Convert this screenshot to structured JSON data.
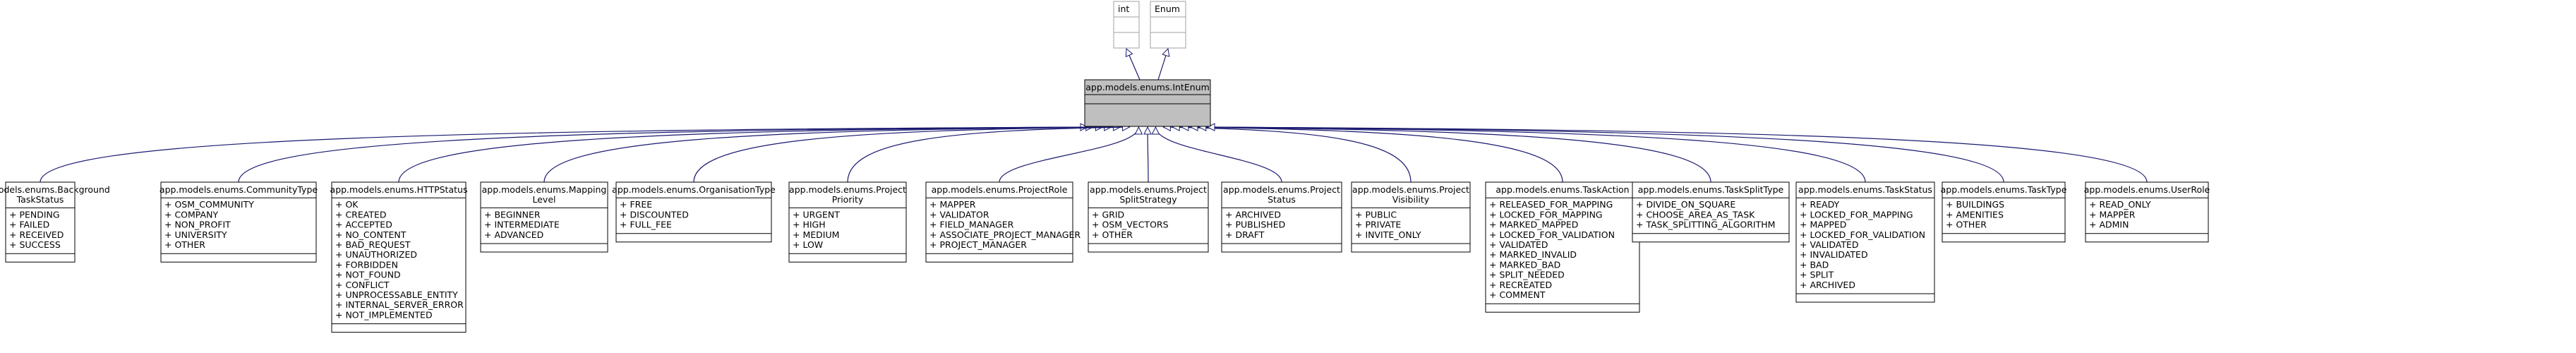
{
  "colors": {
    "edge": "#191970",
    "box_border": "#000000",
    "focus_fill": "#bfbfbf",
    "base_border": "#a0a0a0",
    "background": "#ffffff"
  },
  "bases": [
    {
      "id": "int",
      "label": "int"
    },
    {
      "id": "enum",
      "label": "Enum"
    }
  ],
  "root": {
    "title_lines": [
      "app.models.enums.IntEnum"
    ]
  },
  "classes": [
    {
      "id": "background-task-status",
      "title_lines": [
        "app.models.enums.Background",
        "TaskStatus"
      ],
      "attrs": [
        "+ PENDING",
        "+ FAILED",
        "+ RECEIVED",
        "+ SUCCESS"
      ]
    },
    {
      "id": "community-type",
      "title_lines": [
        "app.models.enums.CommunityType"
      ],
      "attrs": [
        "+ OSM_COMMUNITY",
        "+ COMPANY",
        "+ NON_PROFIT",
        "+ UNIVERSITY",
        "+ OTHER"
      ]
    },
    {
      "id": "http-status",
      "title_lines": [
        "app.models.enums.HTTPStatus"
      ],
      "attrs": [
        "+ OK",
        "+ CREATED",
        "+ ACCEPTED",
        "+ NO_CONTENT",
        "+ BAD_REQUEST",
        "+ UNAUTHORIZED",
        "+ FORBIDDEN",
        "+ NOT_FOUND",
        "+ CONFLICT",
        "+ UNPROCESSABLE_ENTITY",
        "+ INTERNAL_SERVER_ERROR",
        "+ NOT_IMPLEMENTED"
      ]
    },
    {
      "id": "mapping-level",
      "title_lines": [
        "app.models.enums.Mapping",
        "Level"
      ],
      "attrs": [
        "+ BEGINNER",
        "+ INTERMEDIATE",
        "+ ADVANCED"
      ]
    },
    {
      "id": "organisation-type",
      "title_lines": [
        "app.models.enums.OrganisationType"
      ],
      "attrs": [
        "+ FREE",
        "+ DISCOUNTED",
        "+ FULL_FEE"
      ]
    },
    {
      "id": "project-priority",
      "title_lines": [
        "app.models.enums.Project",
        "Priority"
      ],
      "attrs": [
        "+ URGENT",
        "+ HIGH",
        "+ MEDIUM",
        "+ LOW"
      ]
    },
    {
      "id": "project-role",
      "title_lines": [
        "app.models.enums.ProjectRole"
      ],
      "attrs": [
        "+ MAPPER",
        "+ VALIDATOR",
        "+ FIELD_MANAGER",
        "+ ASSOCIATE_PROJECT_MANAGER",
        "+ PROJECT_MANAGER"
      ]
    },
    {
      "id": "project-split-strategy",
      "title_lines": [
        "app.models.enums.Project",
        "SplitStrategy"
      ],
      "attrs": [
        "+ GRID",
        "+ OSM_VECTORS",
        "+ OTHER"
      ]
    },
    {
      "id": "project-status",
      "title_lines": [
        "app.models.enums.Project",
        "Status"
      ],
      "attrs": [
        "+ ARCHIVED",
        "+ PUBLISHED",
        "+ DRAFT"
      ]
    },
    {
      "id": "project-visibility",
      "title_lines": [
        "app.models.enums.Project",
        "Visibility"
      ],
      "attrs": [
        "+ PUBLIC",
        "+ PRIVATE",
        "+ INVITE_ONLY"
      ]
    },
    {
      "id": "task-action",
      "title_lines": [
        "app.models.enums.TaskAction"
      ],
      "attrs": [
        "+ RELEASED_FOR_MAPPING",
        "+ LOCKED_FOR_MAPPING",
        "+ MARKED_MAPPED",
        "+ LOCKED_FOR_VALIDATION",
        "+ VALIDATED",
        "+ MARKED_INVALID",
        "+ MARKED_BAD",
        "+ SPLIT_NEEDED",
        "+ RECREATED",
        "+ COMMENT"
      ]
    },
    {
      "id": "task-split-type",
      "title_lines": [
        "app.models.enums.TaskSplitType"
      ],
      "attrs": [
        "+ DIVIDE_ON_SQUARE",
        "+ CHOOSE_AREA_AS_TASK",
        "+ TASK_SPLITTING_ALGORITHM"
      ]
    },
    {
      "id": "task-status",
      "title_lines": [
        "app.models.enums.TaskStatus"
      ],
      "attrs": [
        "+ READY",
        "+ LOCKED_FOR_MAPPING",
        "+ MAPPED",
        "+ LOCKED_FOR_VALIDATION",
        "+ VALIDATED",
        "+ INVALIDATED",
        "+ BAD",
        "+ SPLIT",
        "+ ARCHIVED"
      ]
    },
    {
      "id": "task-type",
      "title_lines": [
        "app.models.enums.TaskType"
      ],
      "attrs": [
        "+ BUILDINGS",
        "+ AMENITIES",
        "+ OTHER"
      ]
    },
    {
      "id": "user-role",
      "title_lines": [
        "app.models.enums.UserRole"
      ],
      "attrs": [
        "+ READ_ONLY",
        "+ MAPPER",
        "+ ADMIN"
      ]
    }
  ]
}
